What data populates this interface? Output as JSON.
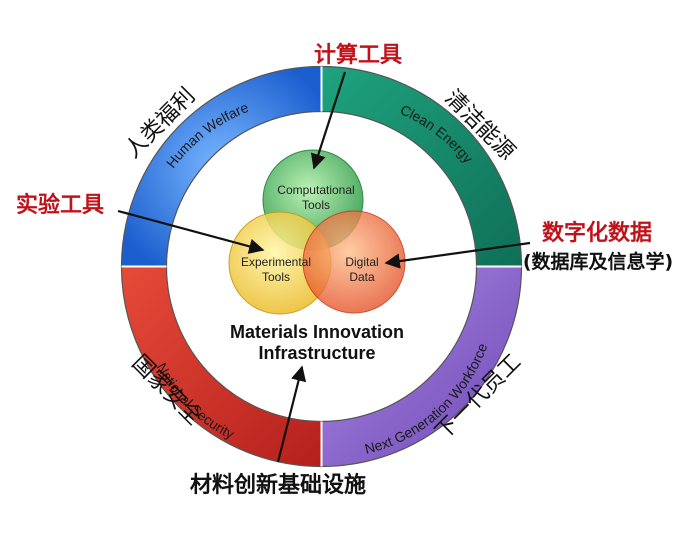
{
  "ring_segments": [
    {
      "id": "human-welfare",
      "en": "Human Welfare",
      "zh": "人类福利",
      "color": "#2f80ed"
    },
    {
      "id": "clean-energy",
      "en": "Clean Energy",
      "zh": "清洁能源",
      "color": "#1c9a78"
    },
    {
      "id": "next-generation-workforce",
      "en": "Next Generation Workforce",
      "zh": "下一代员工",
      "color": "#8a63c9"
    },
    {
      "id": "national-security",
      "en": "National Security",
      "zh": "国家安全",
      "color": "#d6382b"
    }
  ],
  "venn": {
    "computational": {
      "line1": "Computational",
      "line2": "Tools",
      "color": "#3fbf6a"
    },
    "experimental": {
      "line1": "Experimental",
      "line2": "Tools",
      "color": "#f2d42b"
    },
    "digital": {
      "line1": "Digital",
      "line2": "Data",
      "color": "#f06a2a"
    }
  },
  "center": {
    "line1": "Materials Innovation",
    "line2": "Infrastructure"
  },
  "callouts": {
    "computational_tools": "计算工具",
    "experimental_tools": "实验工具",
    "digital_data": "数字化数据",
    "digital_data_sub": "(数据库及信息学)",
    "infrastructure": "材料创新基础设施"
  }
}
